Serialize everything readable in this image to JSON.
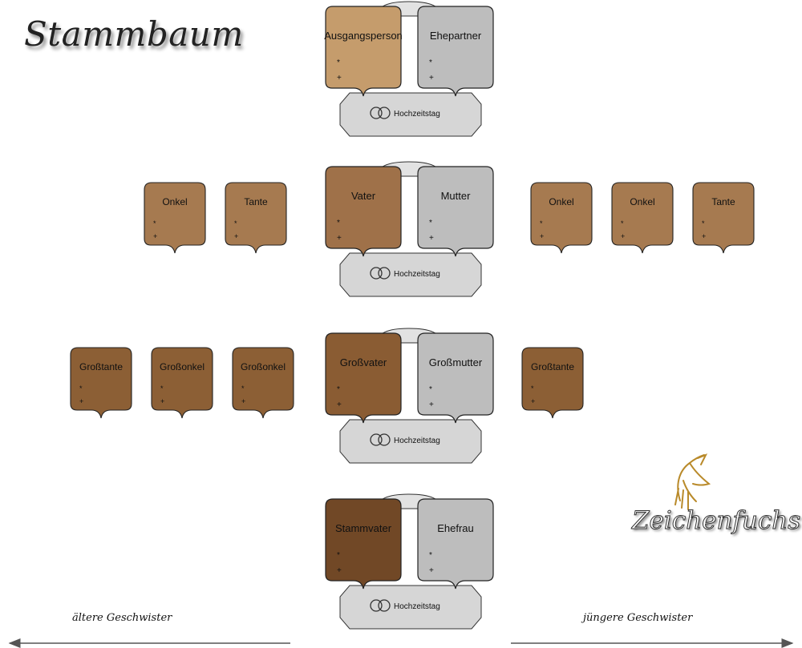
{
  "title": "Stammbaum",
  "labels": {
    "older": "ältere Geschwister",
    "younger": "jüngere Geschwister",
    "logo": "Zeichenfuchs"
  },
  "symbols": {
    "birth": "*",
    "death": "+"
  },
  "couples": [
    {
      "left": "Ausgangsperson",
      "right": "Ehepartner",
      "wedding": "Hochzeitstag",
      "left_color": "#c59c6c",
      "right_color": "#bdbdbd"
    },
    {
      "left": "Vater",
      "right": "Mutter",
      "wedding": "Hochzeitstag",
      "left_color": "#9f7149",
      "right_color": "#bdbdbd"
    },
    {
      "left": "Großvater",
      "right": "Großmutter",
      "wedding": "Hochzeitstag",
      "left_color": "#8a5c33",
      "right_color": "#bdbdbd"
    },
    {
      "left": "Stammvater",
      "right": "Ehefrau",
      "wedding": "Hochzeitstag",
      "left_color": "#714826",
      "right_color": "#bdbdbd"
    }
  ],
  "siblings": [
    {
      "name": "Onkel",
      "color": "#a67a50"
    },
    {
      "name": "Tante",
      "color": "#a67a50"
    },
    {
      "name": "Onkel",
      "color": "#a67a50"
    },
    {
      "name": "Onkel",
      "color": "#a67a50"
    },
    {
      "name": "Tante",
      "color": "#a67a50"
    },
    {
      "name": "Großtante",
      "color": "#8c5f35"
    },
    {
      "name": "Großonkel",
      "color": "#8c5f35"
    },
    {
      "name": "Großonkel",
      "color": "#8c5f35"
    },
    {
      "name": "Großtante",
      "color": "#8c5f35"
    }
  ]
}
